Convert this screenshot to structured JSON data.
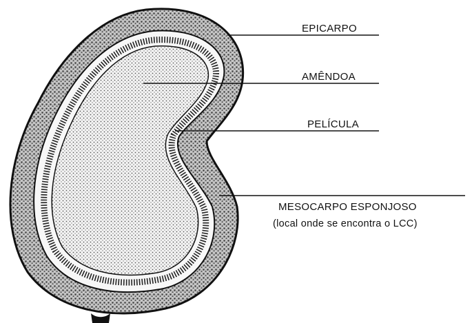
{
  "diagram": {
    "labels": {
      "epicarpo": "EPICARPO",
      "amendoa": "AMÊNDOA",
      "pelicula": "PELÍCULA",
      "mesocarpo_line1": "MESOCARPO ESPONJOSO",
      "mesocarpo_line2": "(local onde se encontra o LCC)"
    }
  },
  "colors": {
    "ink": "#111111",
    "background": "#ffffff",
    "shell_fill": "#9a9a9a",
    "kernel_fill": "#e6e6e6"
  }
}
